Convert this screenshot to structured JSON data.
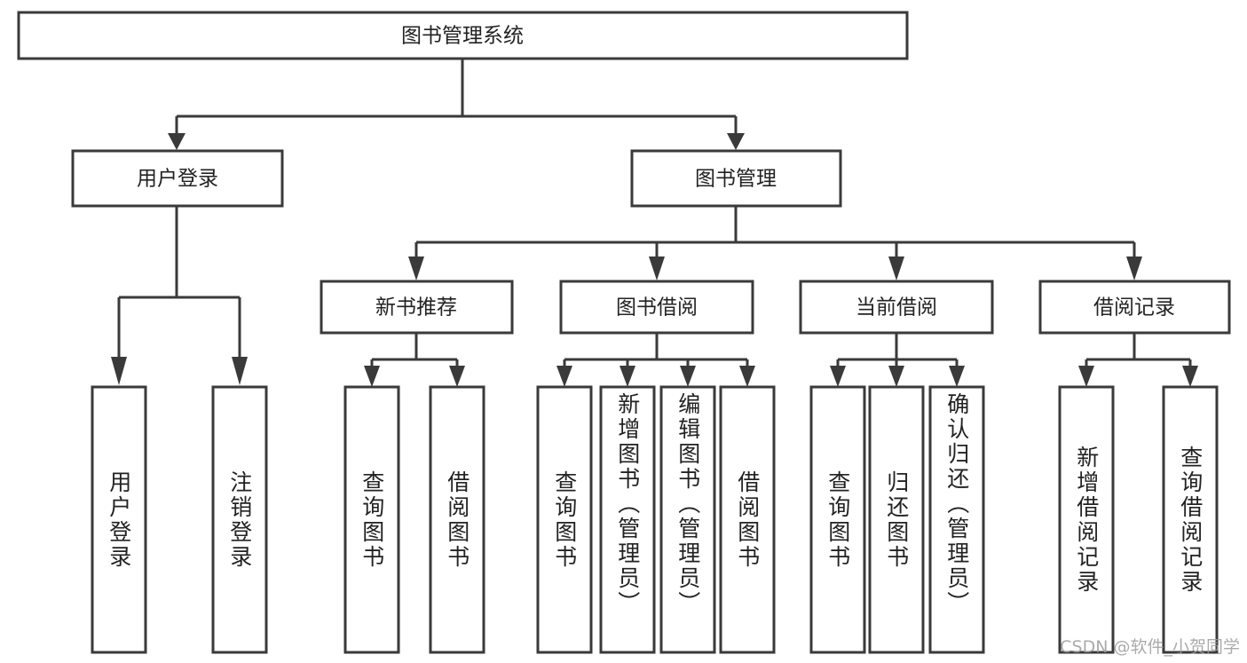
{
  "diagram": {
    "title": "图书管理系统",
    "type": "hierarchy-tree",
    "root": {
      "label": "图书管理系统"
    },
    "level2": [
      {
        "label": "用户登录"
      },
      {
        "label": "图书管理"
      }
    ],
    "level3": [
      {
        "label": "新书推荐"
      },
      {
        "label": "图书借阅"
      },
      {
        "label": "当前借阅"
      },
      {
        "label": "借阅记录"
      }
    ],
    "leaves": {
      "user_login": [
        {
          "label": "用户登录"
        },
        {
          "label": "注销登录"
        }
      ],
      "new_book_recommend": [
        {
          "label": "查询图书"
        },
        {
          "label": "借阅图书"
        }
      ],
      "book_borrow": [
        {
          "label": "查询图书"
        },
        {
          "label": "新增图书（管理员）"
        },
        {
          "label": "编辑图书（管理员）"
        },
        {
          "label": "借阅图书"
        }
      ],
      "current_borrow": [
        {
          "label": "查询图书"
        },
        {
          "label": "归还图书"
        },
        {
          "label": "确认归还（管理员）"
        }
      ],
      "borrow_record": [
        {
          "label": "新增借阅记录"
        },
        {
          "label": "查询借阅记录"
        }
      ]
    },
    "watermark": "CSDN @软件_小贺同学",
    "colors": {
      "stroke": "#3a3a3a",
      "fill": "#ffffff",
      "text": "#222222",
      "watermark": "#9d9d9d"
    }
  }
}
